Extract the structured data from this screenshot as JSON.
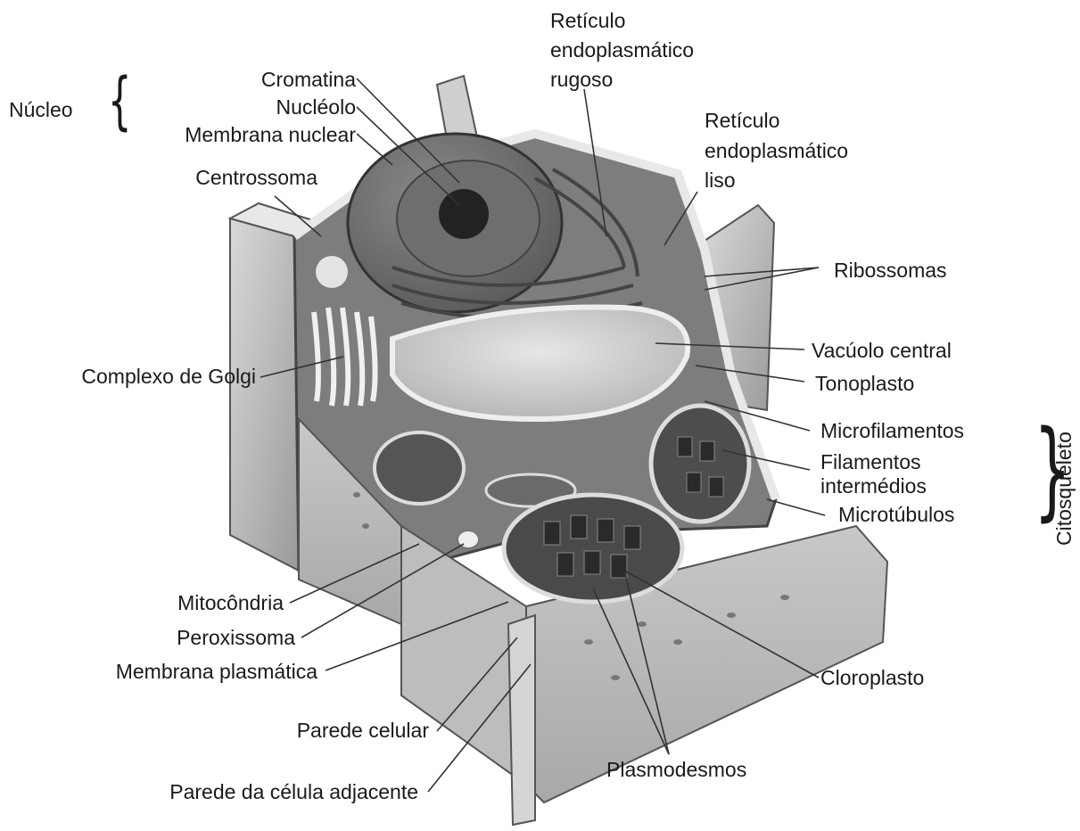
{
  "labels": {
    "reticulo_rugoso": [
      "Retículo",
      "endoplasmático",
      "rugoso"
    ],
    "reticulo_liso": [
      "Retículo",
      "endoplasmático",
      "liso"
    ],
    "nucleo": "Núcleo",
    "cromatina": "Cromatina",
    "nucleolo": "Nucléolo",
    "membrana_nuclear": "Membrana nuclear",
    "centrossoma": "Centrossoma",
    "ribossomas": "Ribossomas",
    "vacuolo_central": "Vacúolo central",
    "tonoplasto": "Tonoplasto",
    "complexo_golgi": "Complexo de Golgi",
    "microfilamentos": "Microfilamentos",
    "filamentos_intermedios": [
      "Filamentos",
      "intermédios"
    ],
    "microtubulos": "Microtúbulos",
    "citosqueleto": "Citosqueleto",
    "mitocondria": "Mitocôndria",
    "peroxissoma": "Peroxissoma",
    "membrana_plasmatica": "Membrana plasmática",
    "cloroplasto": "Cloroplasto",
    "parede_celular": "Parede celular",
    "plasmodesmos": "Plasmodesmos",
    "parede_adjacente": "Parede da célula adjacente"
  }
}
